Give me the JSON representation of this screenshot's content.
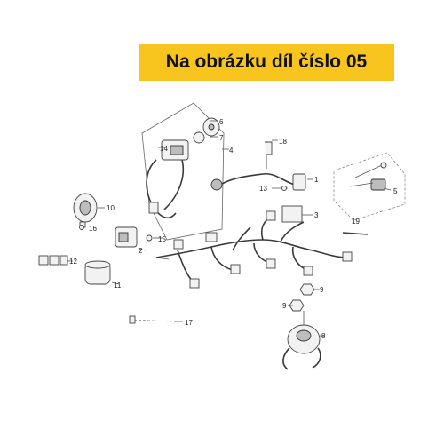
{
  "banner": {
    "text": "Na obrázku díl číslo 05",
    "color": "#f7c51e"
  },
  "callouts": {
    "c1": "1",
    "c2": "2",
    "c3": "3",
    "c4": "4",
    "c5": "5",
    "c6": "6",
    "c7": "7",
    "c8": "8",
    "c9a": "9",
    "c9b": "9",
    "c10": "10",
    "c11": "11",
    "c12": "12",
    "c13": "13",
    "c14": "14",
    "c15": "15",
    "c16": "16",
    "c17": "17",
    "c18": "18",
    "c19": "19"
  }
}
